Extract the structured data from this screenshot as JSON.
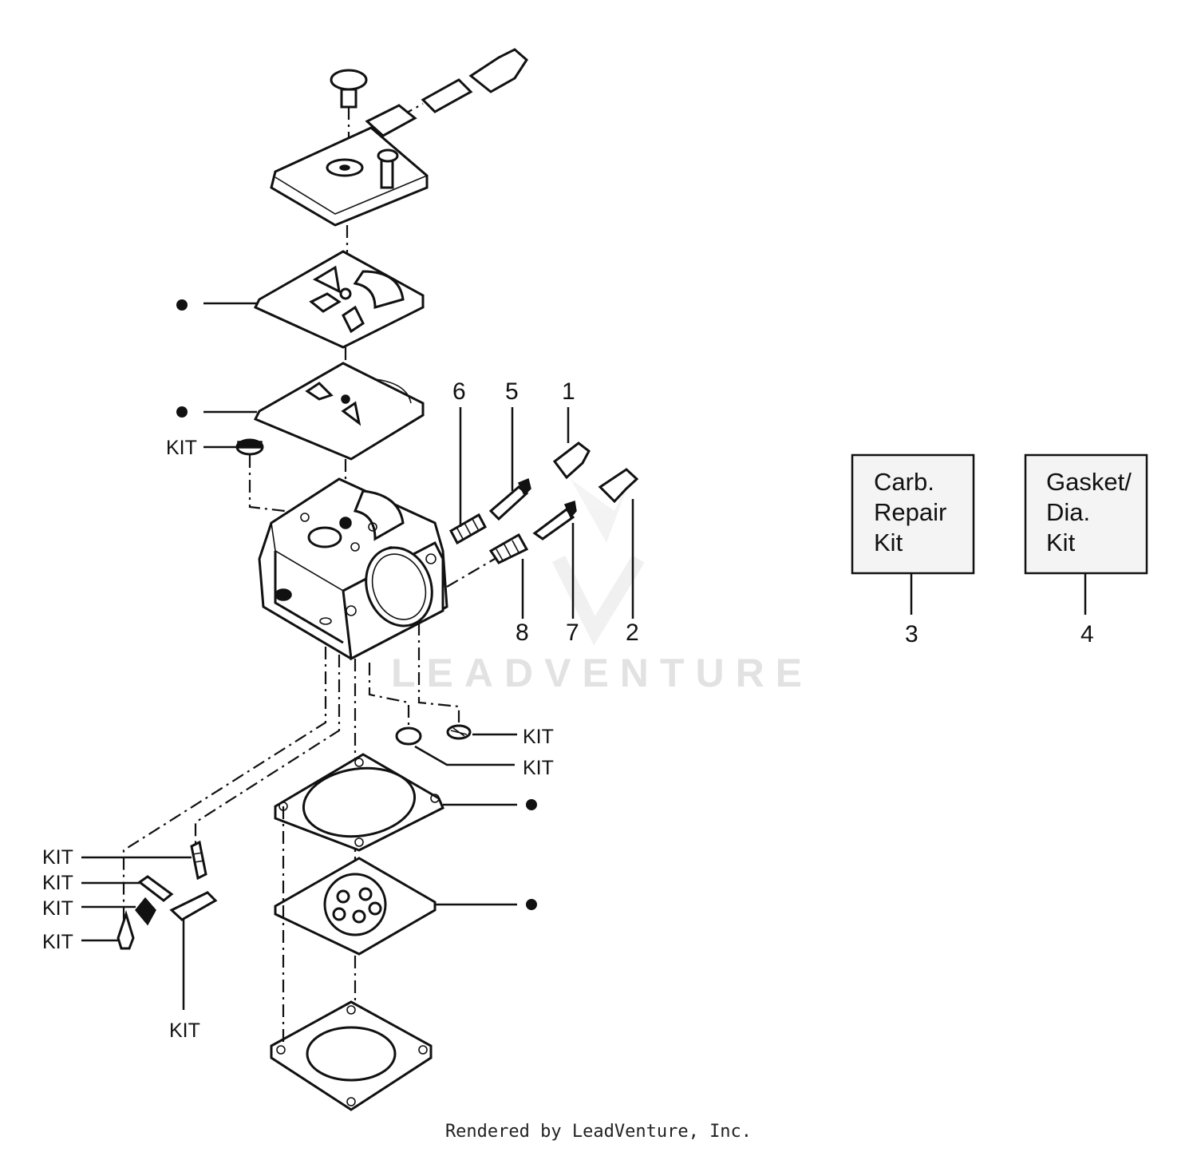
{
  "watermark": {
    "text": "LEADVENTURE"
  },
  "footer": {
    "text": "Rendered by LeadVenture, Inc."
  },
  "callouts": {
    "n1": "1",
    "n2": "2",
    "n3": "3",
    "n4": "4",
    "n5": "5",
    "n6": "6",
    "n7": "7",
    "n8": "8"
  },
  "kit_label": "KIT",
  "kit_boxes": [
    {
      "lines": [
        "Carb.",
        "Repair",
        "Kit"
      ]
    },
    {
      "lines": [
        "Gasket/",
        "Dia.",
        "Kit"
      ]
    }
  ],
  "colors": {
    "line": "#111111",
    "paper": "#ffffff",
    "watermark": "#e2e2e2"
  }
}
